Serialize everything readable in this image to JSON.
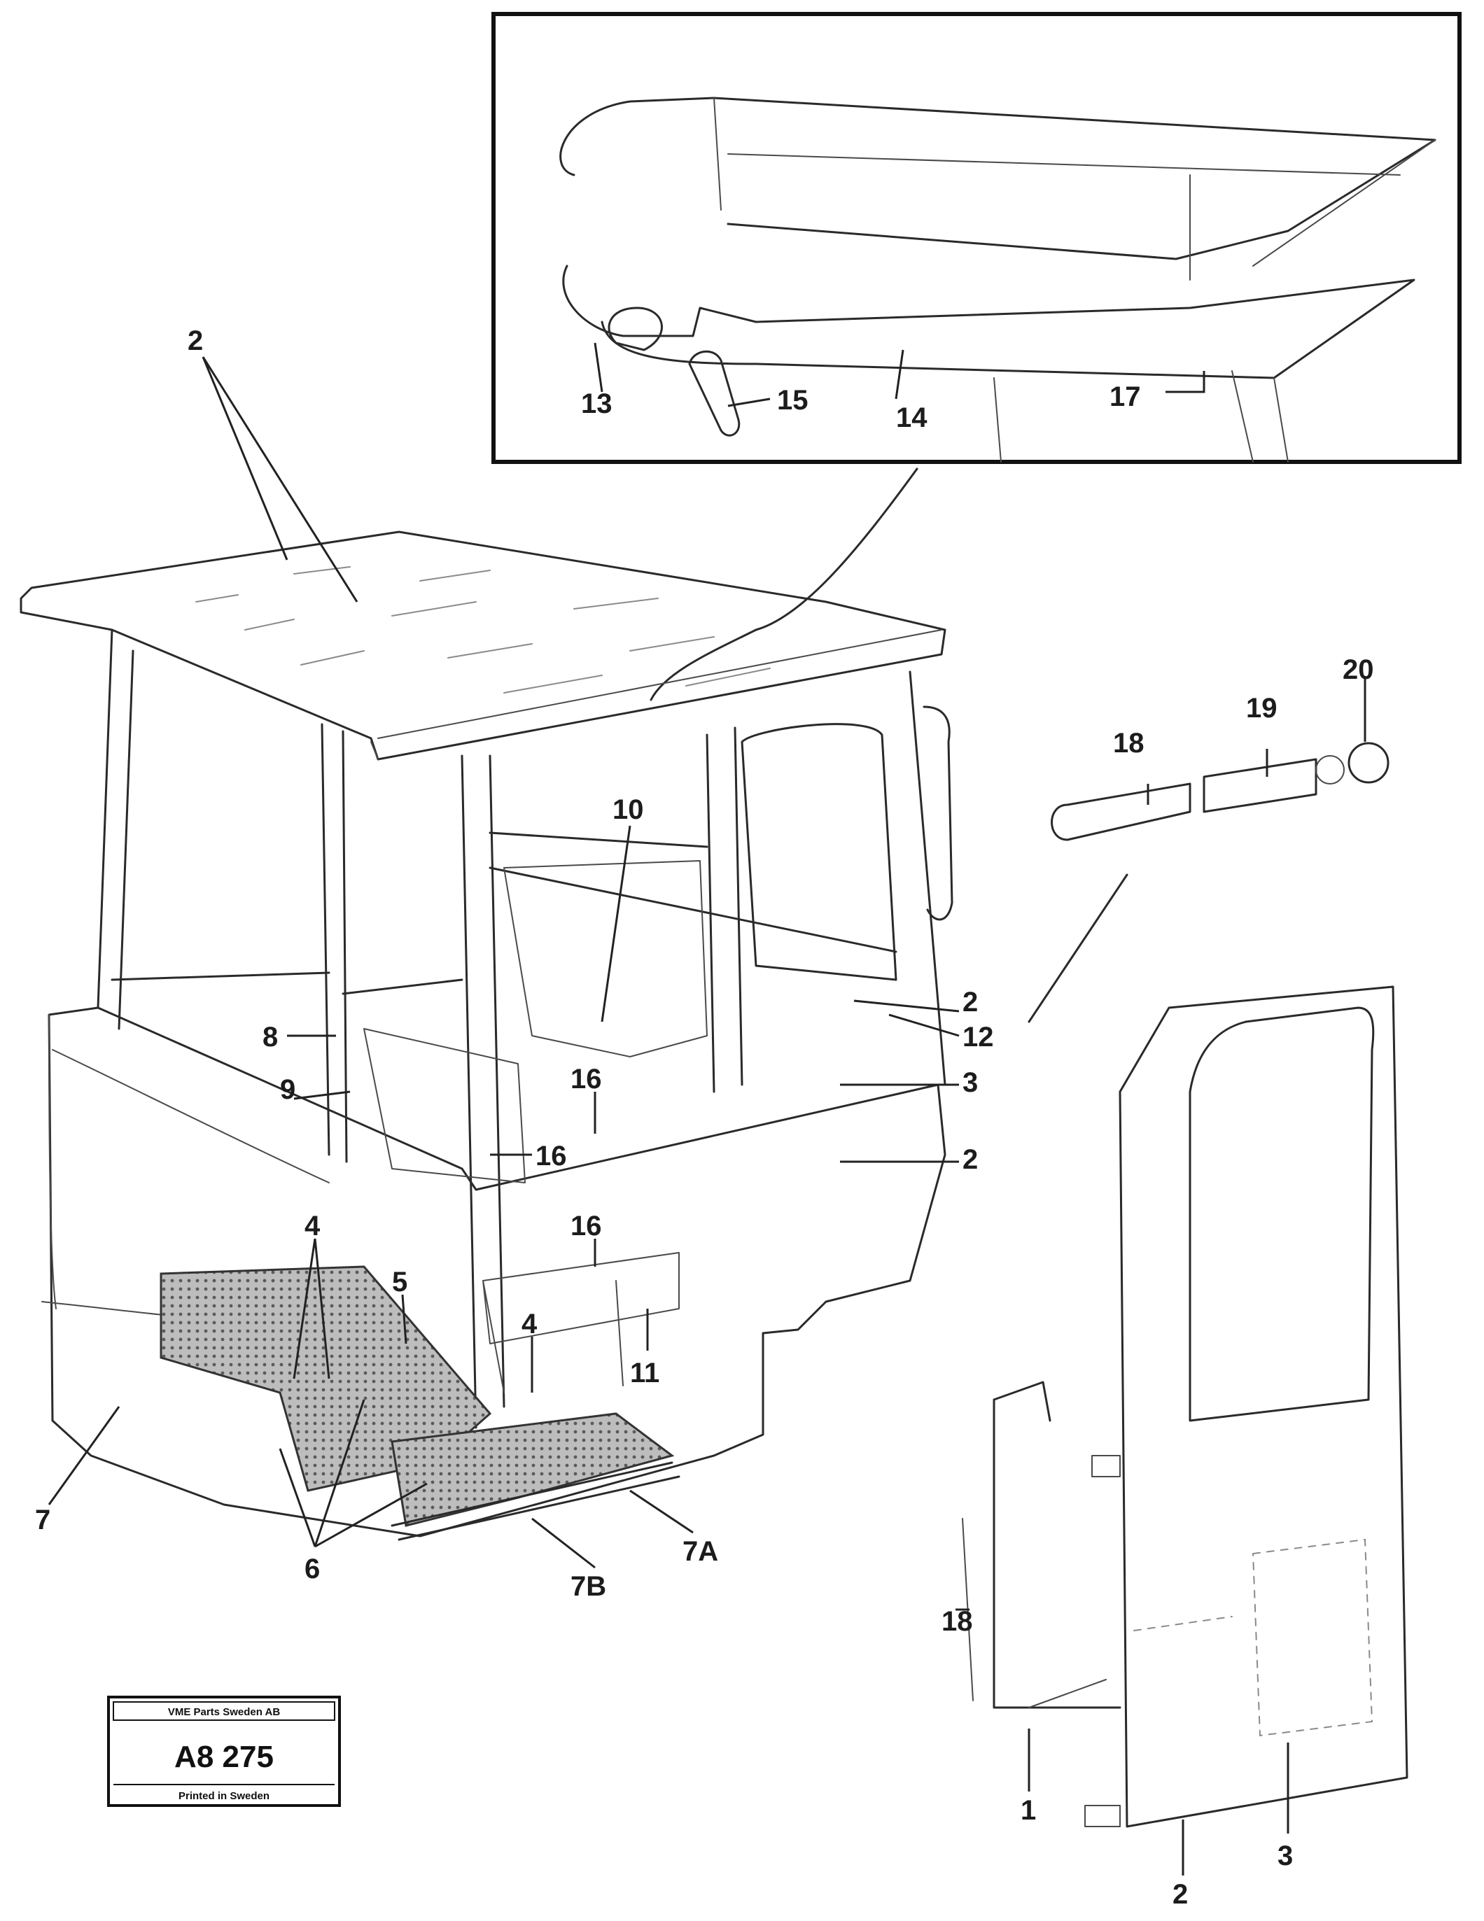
{
  "callouts": {
    "c2_roof": "2",
    "c13": "13",
    "c15": "15",
    "c14": "14",
    "c17": "17",
    "c20": "20",
    "c19": "19",
    "c18_pin": "18",
    "c10": "10",
    "c8": "8",
    "c9": "9",
    "c16_a": "16",
    "c16_b": "16",
    "c16_c": "16",
    "c2_right_a": "2",
    "c12": "12",
    "c3_right": "3",
    "c2_right_b": "2",
    "c4_left": "4",
    "c5": "5",
    "c4_mid": "4",
    "c11": "11",
    "c7": "7",
    "c6": "6",
    "c7A": "7A",
    "c7B": "7B",
    "c18_door": "18",
    "c1": "1",
    "c2_door": "2",
    "c3_door": "3"
  },
  "stamp": {
    "company": "VME Parts Sweden AB",
    "code": "A8 275",
    "footer": "Printed in Sweden"
  }
}
